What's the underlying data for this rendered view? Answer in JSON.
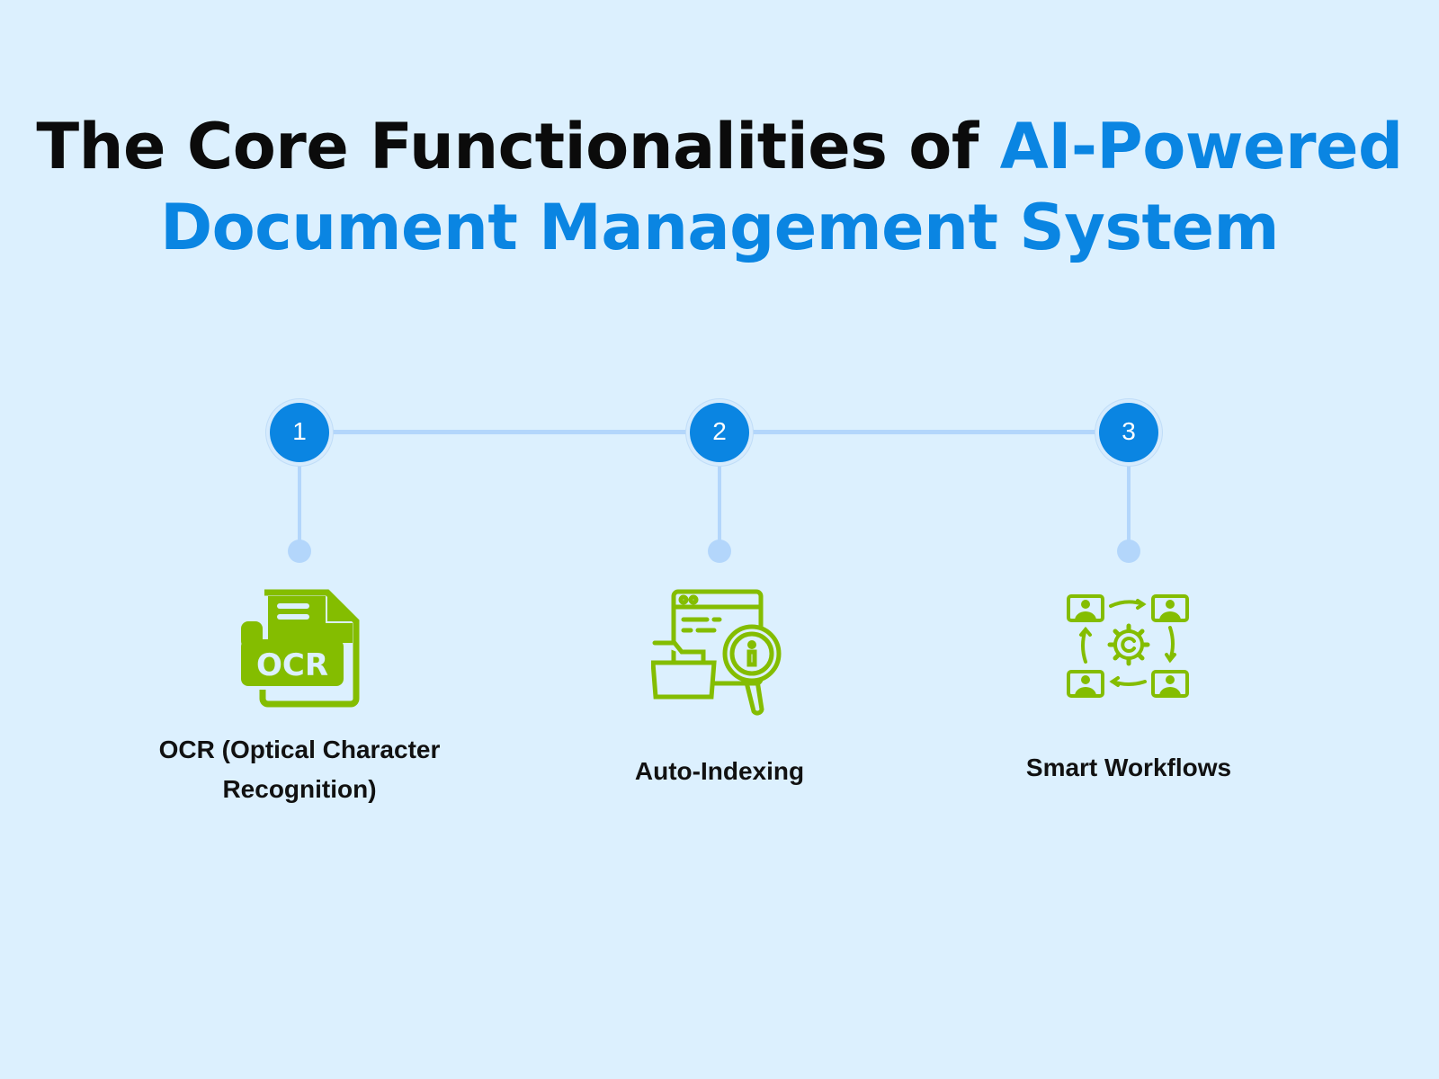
{
  "title": {
    "part1": "The Core Functionalities of ",
    "part2": "AI-Powered",
    "line2": "Document Management System"
  },
  "colors": {
    "background": "#dcf0fe",
    "accent": "#0a85e2",
    "connector": "#b3d6fb",
    "icon": "#84bd00"
  },
  "steps": [
    {
      "number": "1",
      "label": "OCR (Optical Character Recognition)",
      "icon": "ocr-file-icon",
      "icon_text": "OCR"
    },
    {
      "number": "2",
      "label": "Auto-Indexing",
      "icon": "folder-search-info-icon"
    },
    {
      "number": "3",
      "label": "Smart Workflows",
      "icon": "workflow-gear-users-icon"
    }
  ]
}
